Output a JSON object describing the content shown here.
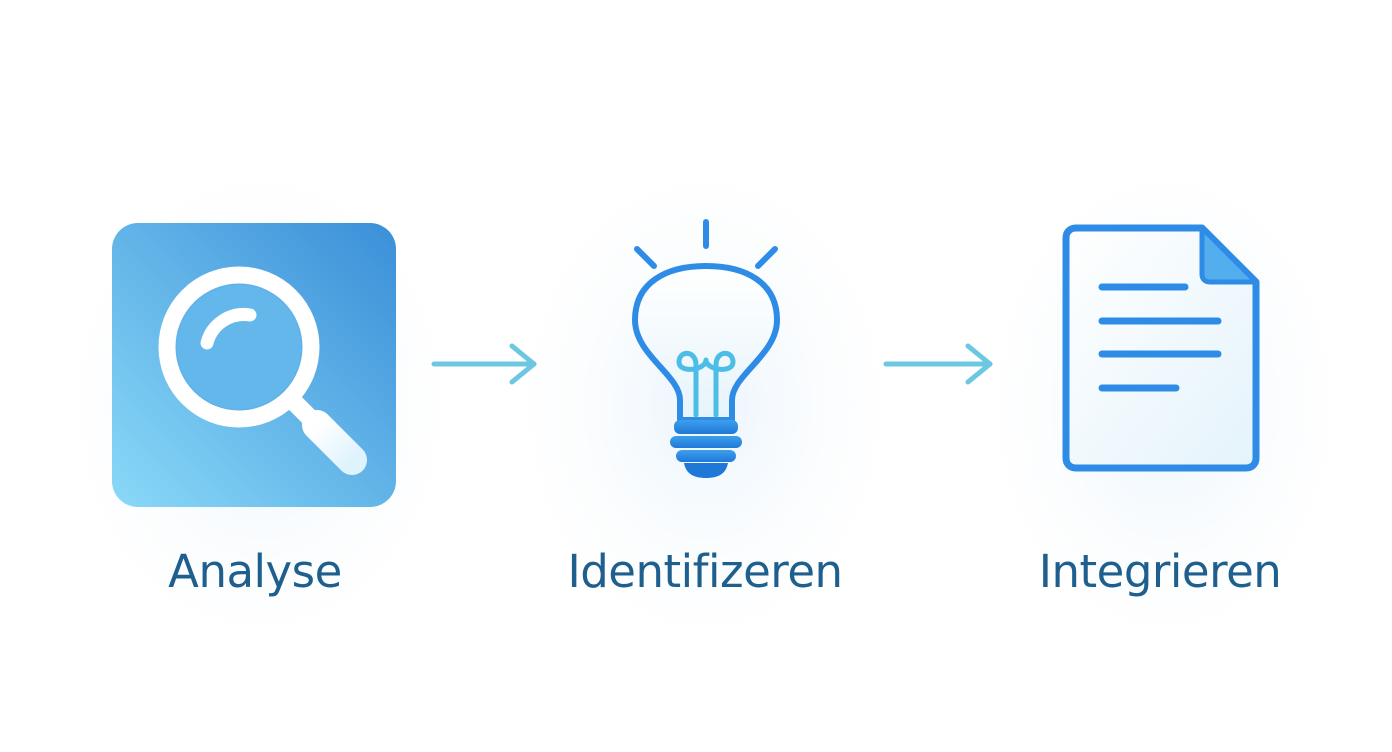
{
  "colors": {
    "label_text": "#1e5f8e",
    "arrow": "#6cc7e0",
    "icon_blue": "#2e8ce6",
    "icon_light": "#7fd0f5"
  },
  "steps": [
    {
      "label": "Analyse",
      "icon": "magnifying-glass-icon"
    },
    {
      "label": "Identifizeren",
      "icon": "lightbulb-icon"
    },
    {
      "label": "Integrieren",
      "icon": "document-icon"
    }
  ],
  "connectors": [
    {
      "icon": "arrow-right-icon"
    },
    {
      "icon": "arrow-right-icon"
    }
  ]
}
